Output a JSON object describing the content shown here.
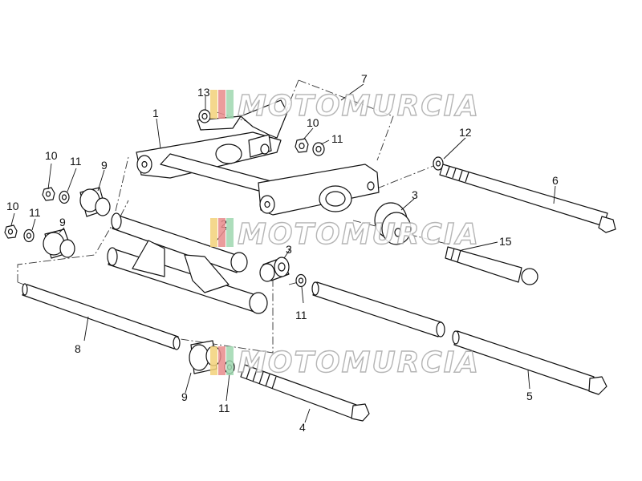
{
  "diagram": {
    "callouts": [
      {
        "id": "c1",
        "label": "1"
      },
      {
        "id": "c2",
        "label": "2"
      },
      {
        "id": "c3a",
        "label": "3"
      },
      {
        "id": "c3b",
        "label": "3"
      },
      {
        "id": "c4",
        "label": "4"
      },
      {
        "id": "c5",
        "label": "5"
      },
      {
        "id": "c6",
        "label": "6"
      },
      {
        "id": "c7",
        "label": "7"
      },
      {
        "id": "c8",
        "label": "8"
      },
      {
        "id": "c9a",
        "label": "9"
      },
      {
        "id": "c9b",
        "label": "9"
      },
      {
        "id": "c9c",
        "label": "9"
      },
      {
        "id": "c10a",
        "label": "10"
      },
      {
        "id": "c10b",
        "label": "10"
      },
      {
        "id": "c10c",
        "label": "10"
      },
      {
        "id": "c11a",
        "label": "11"
      },
      {
        "id": "c11b",
        "label": "11"
      },
      {
        "id": "c11c",
        "label": "11"
      },
      {
        "id": "c11d",
        "label": "11"
      },
      {
        "id": "c11e",
        "label": "11"
      },
      {
        "id": "c12",
        "label": "12"
      },
      {
        "id": "c13",
        "label": "13"
      },
      {
        "id": "c15",
        "label": "15"
      }
    ]
  },
  "watermark": {
    "text": "MOTOMURCIA",
    "stripe_colors": [
      "#f3d27a",
      "#e88b8b",
      "#9fd8b0"
    ],
    "text_fill": "#ffffff",
    "text_stroke": "#a9a9a9"
  },
  "colors": {
    "line": "#111111",
    "dash": "#333333",
    "fill": "#ffffff"
  }
}
